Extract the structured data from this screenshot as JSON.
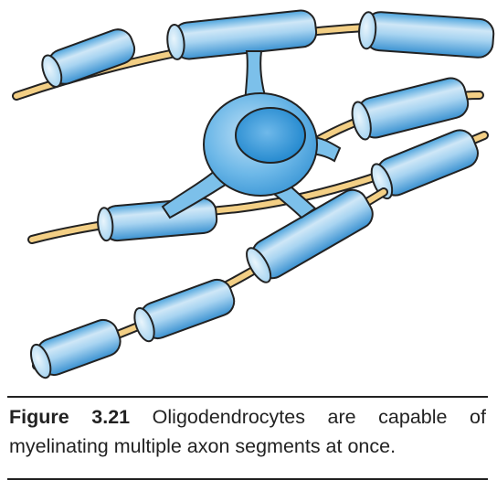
{
  "figure": {
    "label": "Figure 3.21",
    "caption_text": "Oligodendrocytes are capable of myelinating multiple axon segments at once."
  },
  "colors": {
    "axon_fill": "#f3cf85",
    "axon_outline": "#222222",
    "myelin_light": "#e8f3fb",
    "myelin_mid": "#9fd0ef",
    "myelin_dark": "#3b97d7",
    "cell_body": "#5aaee3",
    "nucleus": "#2a8fd3",
    "text": "#222222"
  },
  "icons": [
    "oligodendrocyte-illustration"
  ]
}
